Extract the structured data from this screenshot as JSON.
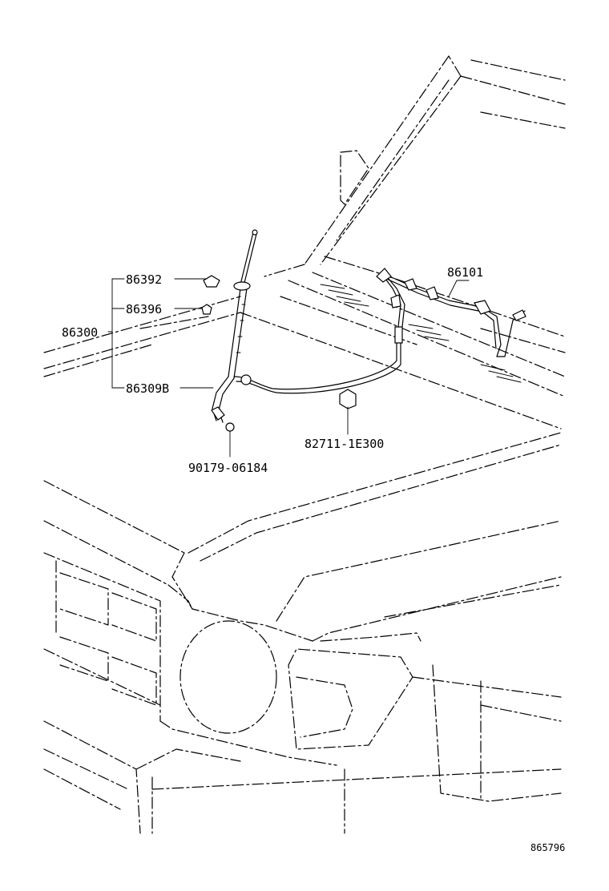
{
  "diagram": {
    "parts": {
      "antenna_assy": "86300",
      "cover": "86392",
      "nut": "86396",
      "cord_sub_assy": "86309B",
      "screw": "90179-06184",
      "clamp": "82711-1E300",
      "extension_cord": "86101"
    },
    "figure_id": "865796"
  }
}
